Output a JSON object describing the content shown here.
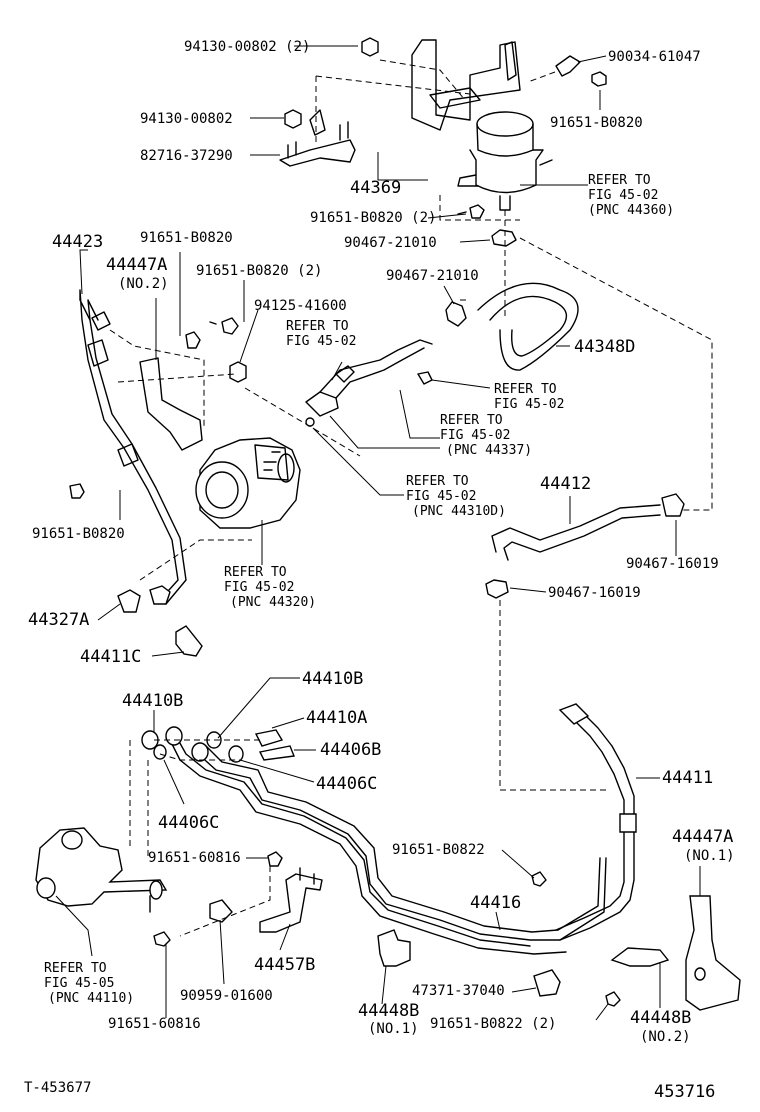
{
  "figure_id": "T-453677",
  "figure_number": "453716",
  "labels": {
    "p94130_00802_2": "94130-00802 (2)",
    "p94130_00802": "94130-00802",
    "p82716_37290": "82716-37290",
    "p44369": "44369",
    "p90034_61047": "90034-61047",
    "p91651_B0820_top": "91651-B0820",
    "ref_4436_l1": "REFER TO",
    "ref_4436_l2": "FIG 45-02",
    "ref_4436_l3": "(PNC 44360)",
    "p91651_B0820_2a": "91651-B0820 (2)",
    "p90467_21010_a": "90467-21010",
    "p90467_21010_b": "90467-21010",
    "p44348D": "44348D",
    "p44423": "44423",
    "p91651_B0820_mid": "91651-B0820",
    "p44447A_no2_l1": "44447A",
    "p44447A_no2_l2": "(NO.2)",
    "p91651_B0820_2b": "91651-B0820 (2)",
    "p94125_41600": "94125-41600",
    "ref_a_l1": "REFER TO",
    "ref_a_l2": "FIG 45-02",
    "ref_b_l1": "REFER TO",
    "ref_b_l2": "FIG 45-02",
    "ref_44337_l1": "REFER TO",
    "ref_44337_l2": "FIG 45-02",
    "ref_44337_l3": "(PNC 44337)",
    "ref_44310D_l1": "REFER TO",
    "ref_44310D_l2": "FIG 45-02",
    "ref_44310D_l3": "(PNC 44310D)",
    "p44412": "44412",
    "p90467_16019_a": "90467-16019",
    "p90467_16019_b": "90467-16019",
    "p91651_B0820_left": "91651-B0820",
    "ref_44320_l1": "REFER TO",
    "ref_44320_l2": "FIG 45-02",
    "ref_44320_l3": "(PNC 44320)",
    "p44327A": "44327A",
    "p44411C": "44411C",
    "p44410B_top": "44410B",
    "p44410B_left": "44410B",
    "p44410A": "44410A",
    "p44406B": "44406B",
    "p44406C_right": "44406C",
    "p44406C_left": "44406C",
    "p44411": "44411",
    "p44447A_no1_l1": "44447A",
    "p44447A_no1_l2": "(NO.1)",
    "p91651_B0822": "91651-B0822",
    "p91651_60816_top": "91651-60816",
    "p44416": "44416",
    "ref_44110_l1": "REFER TO",
    "ref_44110_l2": "FIG 45-05",
    "ref_44110_l3": "(PNC 44110)",
    "p44457B": "44457B",
    "p47371_37040": "47371-37040",
    "p90959_01600": "90959-01600",
    "p91651_60816_bot": "91651-60816",
    "p44448B_no1_l1": "44448B",
    "p44448B_no1_l2": "(NO.1)",
    "p91651_B0822_2": "91651-B0822 (2)",
    "p44448B_no2_l1": "44448B",
    "p44448B_no2_l2": "(NO.2)"
  }
}
